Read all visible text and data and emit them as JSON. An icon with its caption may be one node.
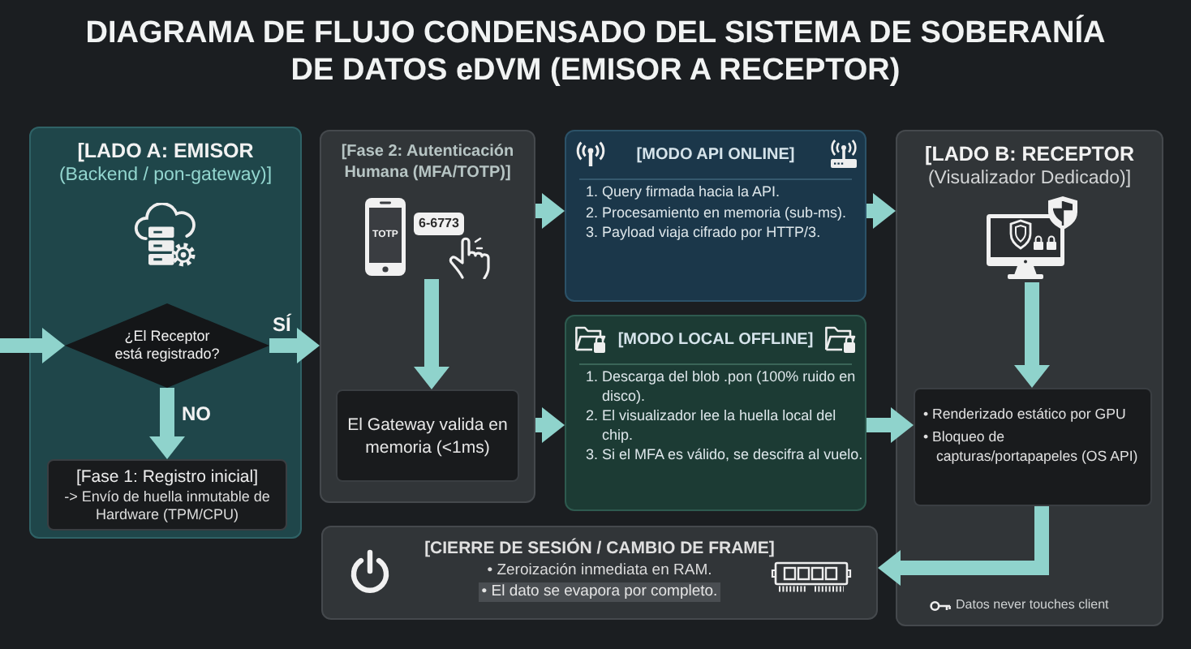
{
  "diagram": {
    "title": "DIAGRAMA DE FLUJO CONDENSADO DEL SISTEMA DE SOBERANÍA DE DATOS eDVM (EMISOR A RECEPTOR)",
    "nodes": [
      {
        "text": [
          "[LADO A: EMISOR",
          "(Backend / pon-gateway)]"
        ]
      },
      {
        "text": [
          "¿El Receptor está registrado?"
        ],
        "in": 0
      },
      {
        "text": [
          "[Fase 1: Registro inicial]",
          "-> Envío de huella inmutable de Hardware (TPM/CPU)"
        ],
        "in": 0
      },
      {
        "text": [
          "[Fase 2: Autenticación Humana (MFA/TOTP)]"
        ]
      },
      {
        "text": [],
        "shape": "picture",
        "in": 3
      },
      {
        "text": [
          "El Gateway valida en memoria (<1ms)"
        ],
        "in": 3
      },
      {
        "text": [
          "[MODO API ONLINE]",
          "1. Query firmada hacia la API.",
          "2. Procesamiento en memoria (sub-ms).",
          "3. Payload viaja cifrado por HTTP/3."
        ]
      },
      {
        "text": [
          "[MODO LOCAL OFFLINE]",
          "1. Descarga del blob .pon (100% ruido en disco).",
          "2. El visualizador lee la huella local del chip.",
          "3. Si el MFA es válido, se descifra al vuelo."
        ]
      },
      {
        "text": [
          "[LADO B: RECEPTOR",
          "(Visualizador Dedicado)]"
        ]
      },
      {
        "text": [],
        "shape": "picture",
        "in": 8
      },
      {
        "text": [
          "• Renderizado estático por GPU",
          "• Bloqueo de capturas/portapapeles (OS API)"
        ],
        "in": 8
      },
      {
        "text": [
          "[CIERRE DE SESIÓN / CAMBIO DE FRAME]",
          "• Zeroización inmediata en RAM.",
          "• El dato se evapora por completo."
        ]
      }
    ],
    "edges": [
      {
        "from": null,
        "to": 1,
        "arrow": "to"
      },
      {
        "from": 1,
        "to": 3,
        "arrow": "to",
        "label": "SÍ"
      },
      {
        "from": 1,
        "to": 2,
        "arrow": "to",
        "label": "NO"
      },
      {
        "from": 4,
        "to": 5,
        "arrow": "to"
      },
      {
        "from": 3,
        "to": 6,
        "arrow": "to"
      },
      {
        "from": 3,
        "to": 7,
        "arrow": "to"
      },
      {
        "from": 6,
        "to": 8,
        "arrow": "to"
      },
      {
        "from": 7,
        "to": 10,
        "arrow": "to"
      },
      {
        "from": 9,
        "to": 10,
        "arrow": "to"
      },
      {
        "from": 10,
        "to": 11,
        "arrow": "to"
      }
    ],
    "labels": [
      "TOTP",
      "6-6773",
      "Datos never touches client"
    ]
  }
}
